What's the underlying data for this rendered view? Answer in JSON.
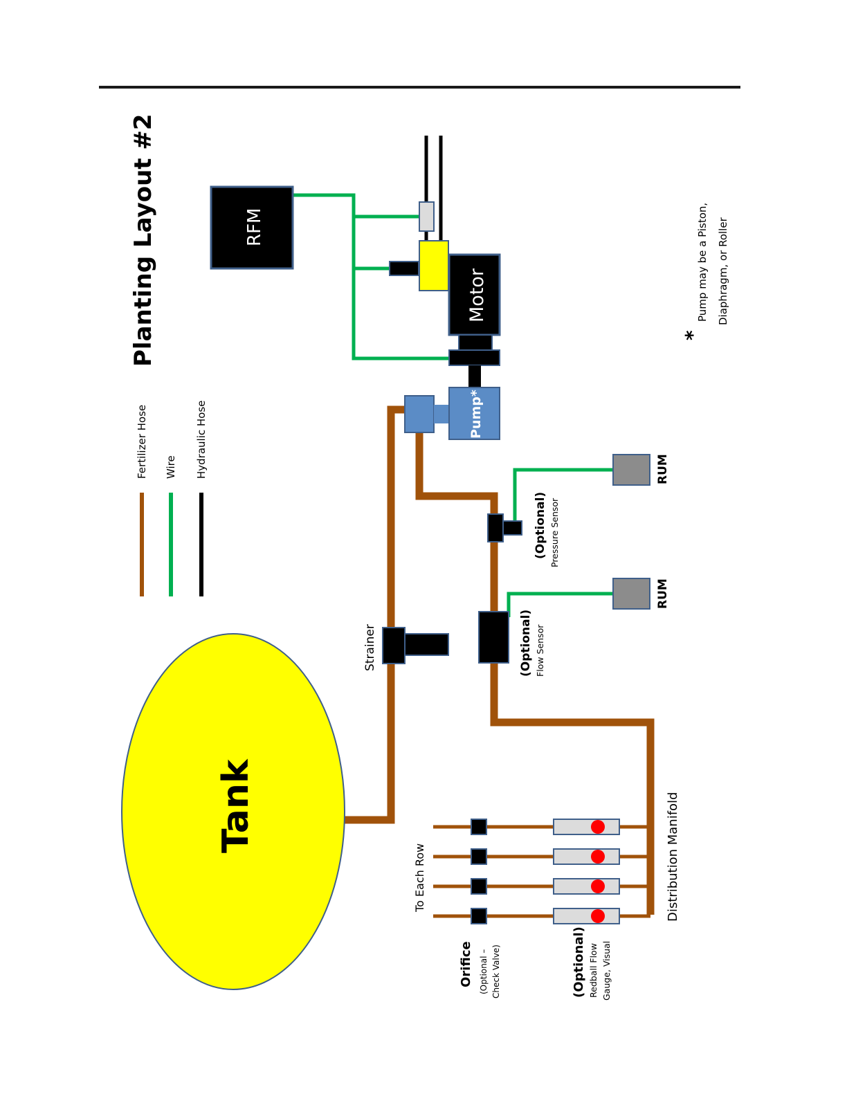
{
  "title": "Planting Layout #2",
  "colors": {
    "fertilizer_hose": "#A0520A",
    "wire": "#00B050",
    "hydraulic_hose": "#000000",
    "tank_fill": "#FFFF00",
    "pump_fill": "#5B8CC6",
    "component_outline": "#3F5F8A",
    "rum_fill": "#8C8C8C",
    "gauge_fill": "#DCDCDC",
    "redball": "#FF0000"
  },
  "legend": [
    {
      "label": "Fertilizer Hose",
      "type": "fertilizer_hose"
    },
    {
      "label": "Wire",
      "type": "wire"
    },
    {
      "label": "Hydraulic Hose",
      "type": "hydraulic_hose"
    }
  ],
  "components": {
    "tank": "Tank",
    "rfm": "RFM",
    "motor": "Motor",
    "pump": "Pump*",
    "strainer": "Strainer",
    "rum_1": "RUM",
    "rum_2": "RUM",
    "pressure_sensor": {
      "optional": "(Optional)",
      "name": "Pressure Sensor"
    },
    "flow_sensor": {
      "optional": "(Optional)",
      "name": "Flow Sensor"
    },
    "distribution_manifold": "Distribution Manifold",
    "to_each_row": "To Each Row",
    "orifice": {
      "name": "Orifice",
      "note_line1": "(Optional –",
      "note_line2": "Check Valve)"
    },
    "redball_gauge": {
      "optional": "(Optional)",
      "line1": "Redball Flow",
      "line2": "Gauge, Visual"
    }
  },
  "row_count": 4,
  "footnote": {
    "asterisk": "*",
    "line1": "Pump may be a Piston,",
    "line2": "Diaphragm,  or Roller"
  }
}
